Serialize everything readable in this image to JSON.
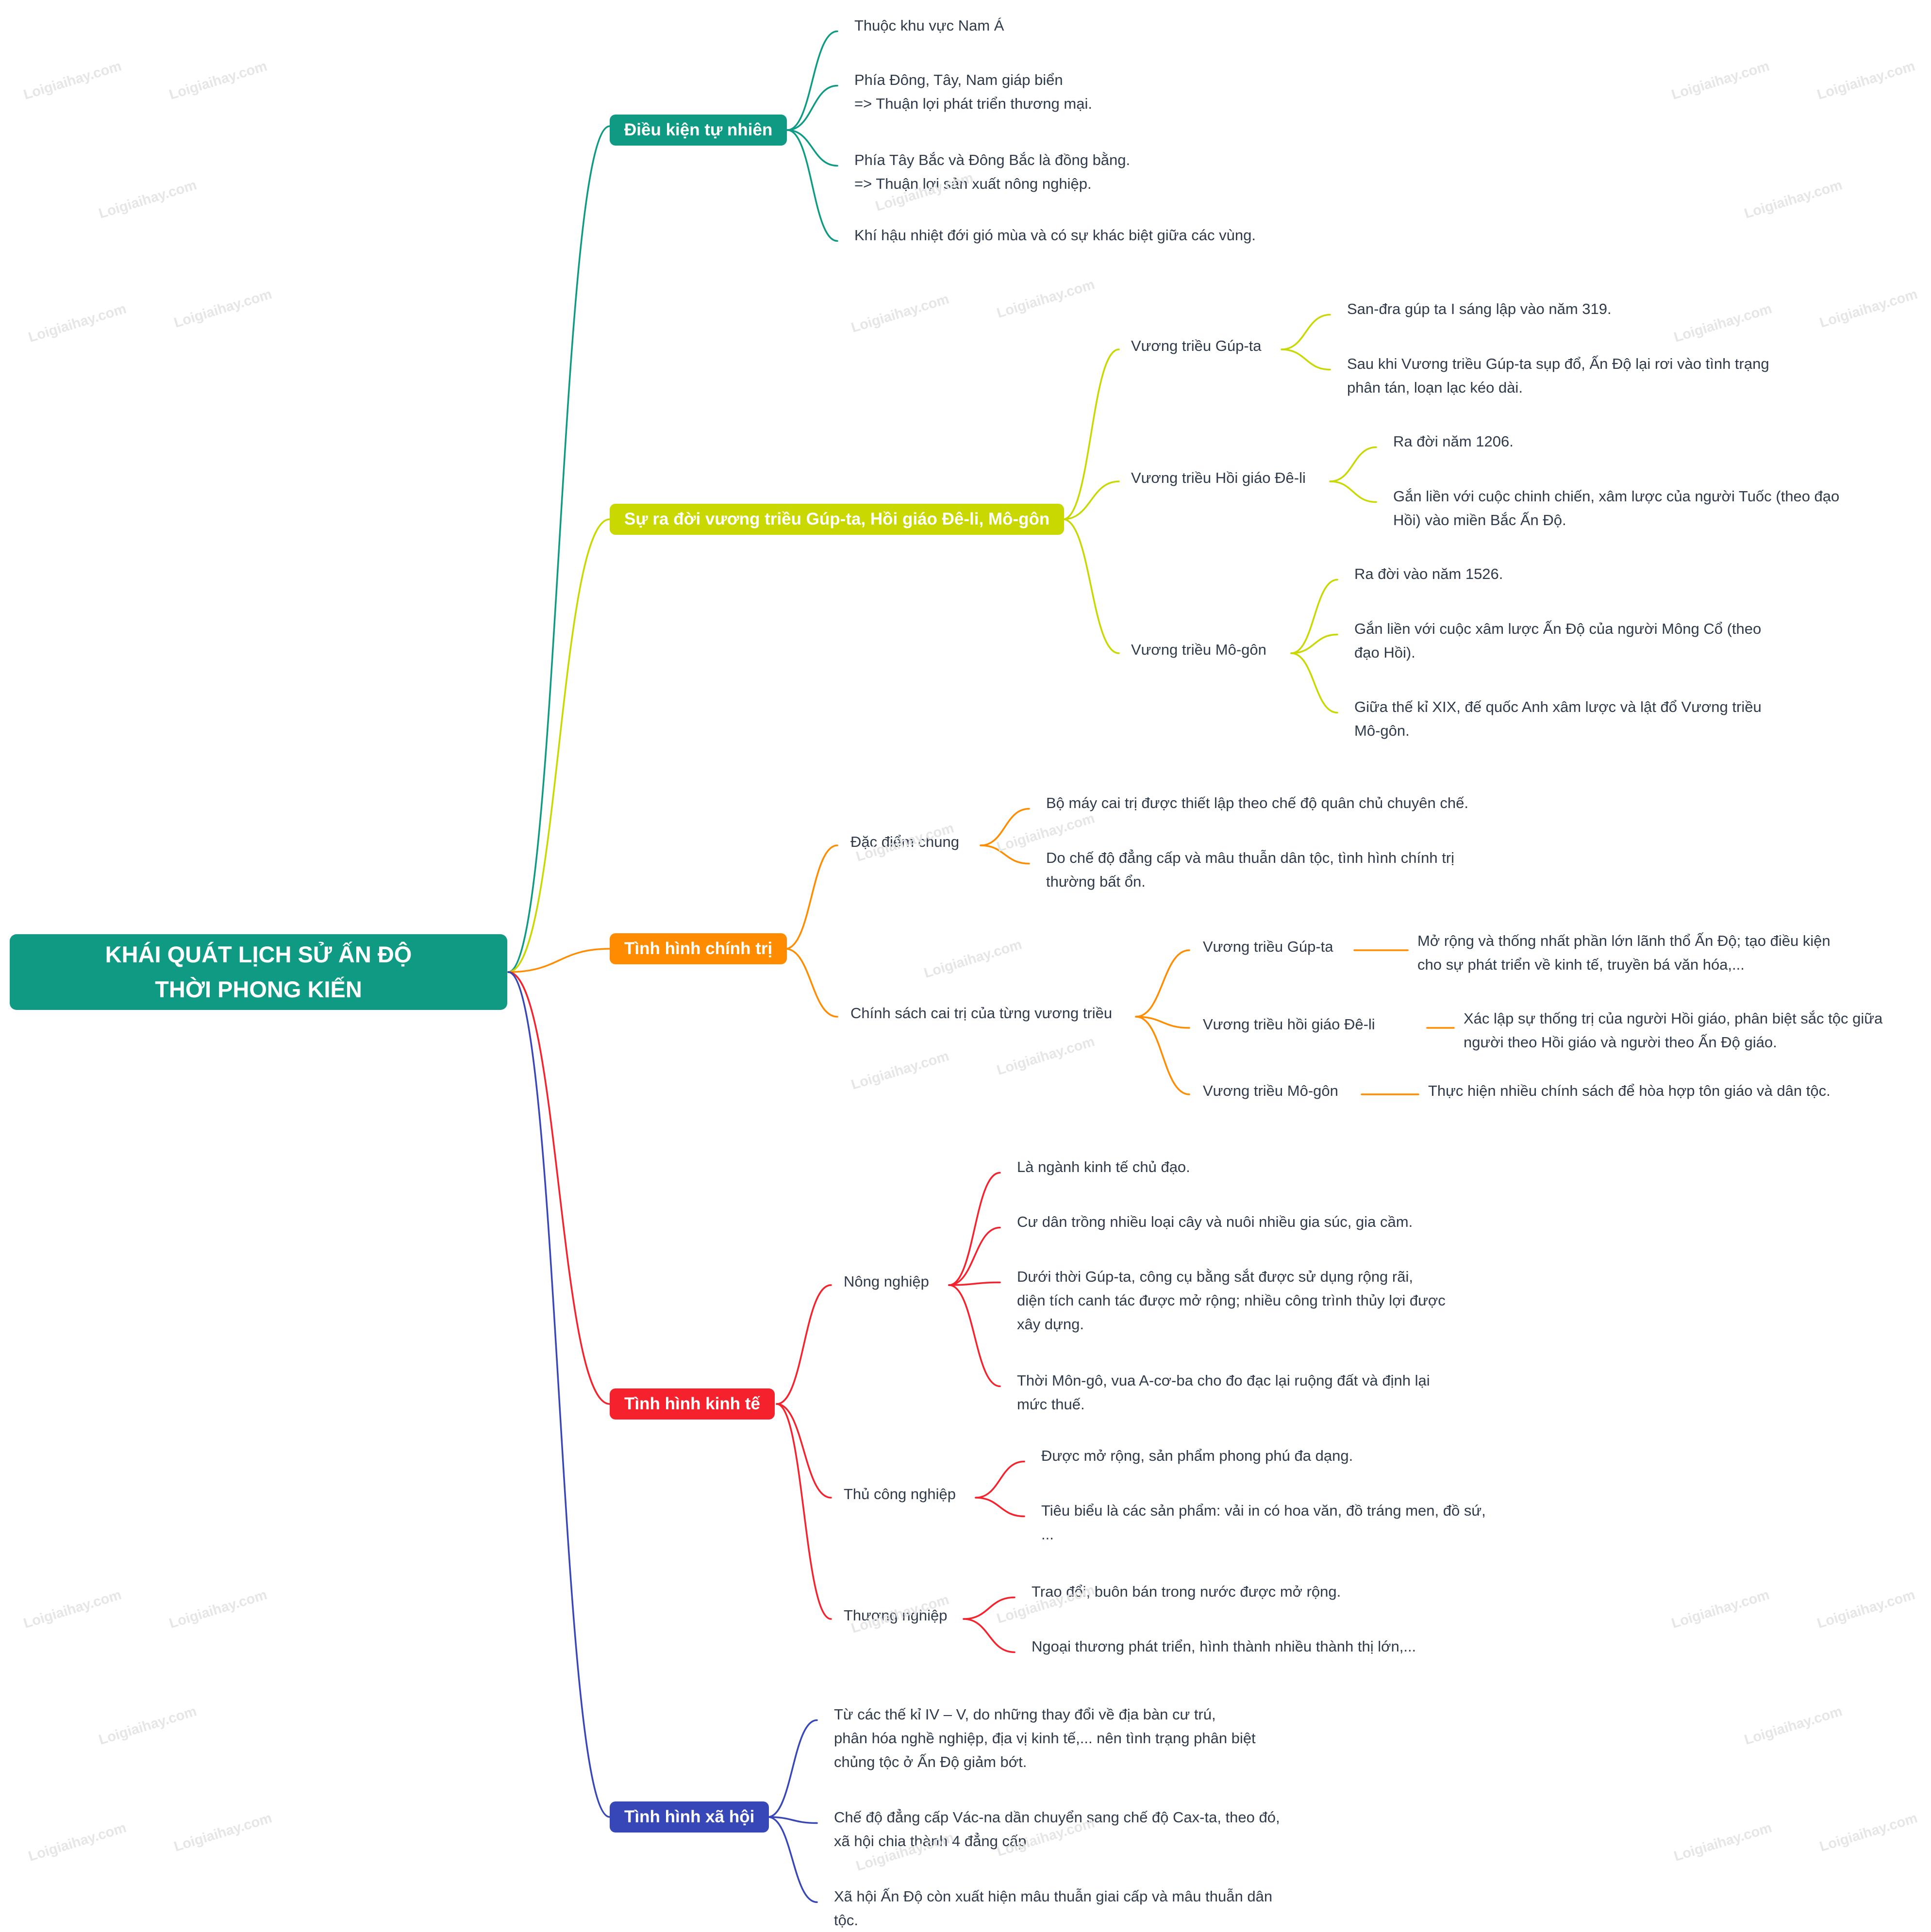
{
  "watermark": "Loigiaihay.com",
  "colors": {
    "root": "#0f9a83",
    "natural": "#0f9a83",
    "dynasties": "#c8d800",
    "politics": "#ff8c00",
    "economy": "#f5222d",
    "society": "#3847b8"
  },
  "root": {
    "line1": "KHÁI QUÁT LỊCH SỬ ẤN ĐỘ",
    "line2": "THỜI PHONG KIẾN"
  },
  "natural": {
    "label": "Điều kiện tự nhiên",
    "items": [
      [
        "Thuộc khu vực Nam Á"
      ],
      [
        "Phía Đông, Tây, Nam giáp biển",
        "=> Thuận lợi phát triển thương mại."
      ],
      [
        "Phía Tây Bắc và Đông Bắc là đồng bằng.",
        " => Thuận lợi sản xuất nông nghiệp."
      ],
      [
        "Khí hậu nhiệt đới gió mùa và có sự khác biệt giữa các vùng."
      ]
    ]
  },
  "dynasties": {
    "label": "Sự ra đời vương triều Gúp-ta, Hồi giáo Đê-li, Mô-gôn",
    "gupta": {
      "label": "Vương triều Gúp-ta",
      "items": [
        [
          "San-đra gúp ta I sáng lập vào năm 319."
        ],
        [
          "Sau khi Vương triều Gúp-ta sụp đổ, Ấn Độ lại rơi vào tình trạng",
          "phân tán, loạn lạc kéo dài."
        ]
      ]
    },
    "delhi": {
      "label": "Vương triều Hồi giáo Đê-li",
      "items": [
        [
          "Ra đời năm 1206."
        ],
        [
          "Gắn liền với cuộc chinh chiến, xâm lược của người Tuốc (theo đạo",
          "Hồi) vào miền Bắc Ấn Độ."
        ]
      ]
    },
    "mughal": {
      "label": "Vương triều Mô-gôn",
      "items": [
        [
          "Ra đời vào năm 1526."
        ],
        [
          "Gắn liền với cuộc xâm lược Ấn Độ của người Mông Cổ (theo",
          "đạo Hồi)."
        ],
        [
          "Giữa thế kỉ XIX, đế quốc Anh xâm lược và lật đổ Vương triều",
          "Mô-gôn."
        ]
      ]
    }
  },
  "politics": {
    "label": "Tình hình chính trị",
    "general": {
      "label": "Đặc điểm chung",
      "items": [
        [
          "Bộ máy cai trị được thiết lập theo chế độ quân chủ chuyên chế."
        ],
        [
          "Do chế độ đẳng cấp và mâu thuẫn dân tộc, tình hình chính trị",
          "thường bất ổn."
        ]
      ]
    },
    "policy": {
      "label": "Chính sách cai trị của từng vương triều",
      "gupta": {
        "label": "Vương triều Gúp-ta",
        "text": [
          "Mở rộng và thống nhất phần lớn lãnh thổ Ấn Độ; tạo điều kiện",
          "cho sự phát triển về kinh tế, truyền bá văn hóa,..."
        ]
      },
      "delhi": {
        "label": "Vương triều hồi giáo Đê-li",
        "text": [
          "Xác lập sự thống trị của người Hồi giáo, phân biệt sắc tộc giữa",
          "người theo Hồi giáo và người theo Ấn Độ giáo."
        ]
      },
      "mughal": {
        "label": "Vương triều Mô-gôn",
        "text": [
          "Thực hiện nhiều chính sách để hòa hợp tôn giáo và dân tộc."
        ]
      }
    }
  },
  "economy": {
    "label": "Tình hình kinh tế",
    "agriculture": {
      "label": "Nông nghiệp",
      "items": [
        [
          "Là ngành kinh tế chủ đạo."
        ],
        [
          "Cư dân trồng nhiều loại cây và nuôi nhiều gia súc, gia cầm."
        ],
        [
          "Dưới thời Gúp-ta, công cụ bằng sắt được sử dụng rộng rãi,",
          "diện tích canh tác được mở rộng; nhiều công trình thủy lợi được",
          "xây dựng."
        ],
        [
          "Thời Môn-gô, vua A-cơ-ba cho đo đạc lại ruộng đất và định lại",
          " mức thuế."
        ]
      ]
    },
    "handicraft": {
      "label": "Thủ công nghiệp",
      "items": [
        [
          "Được mở rộng, sản phẩm phong phú đa dạng."
        ],
        [
          "Tiêu biểu là các sản phẩm: vải in có hoa văn, đồ tráng men, đồ sứ,",
          "..."
        ]
      ]
    },
    "commerce": {
      "label": "Thương nghiệp",
      "items": [
        [
          "Trao đổi, buôn bán trong nước được mở rộng."
        ],
        [
          "Ngoại thương phát triển, hình thành nhiều thành thị lớn,..."
        ]
      ]
    }
  },
  "society": {
    "label": "Tình hình xã hội",
    "items": [
      [
        "Từ các thế kỉ IV – V, do những thay đổi về địa bàn cư trú,",
        "phân hóa nghề nghiệp, địa vị kinh tế,... nên tình trạng phân biệt",
        "chủng tộc ở Ấn Độ giảm bớt."
      ],
      [
        "Chế độ đẳng cấp Vác-na dần chuyển sang chế độ Cax-ta, theo đó,",
        "xã hội chia thành 4 đẳng cấp."
      ],
      [
        "Xã hội Ấn Độ còn xuất hiện mâu thuẫn giai cấp và mâu thuẫn dân",
        "tộc."
      ]
    ]
  }
}
